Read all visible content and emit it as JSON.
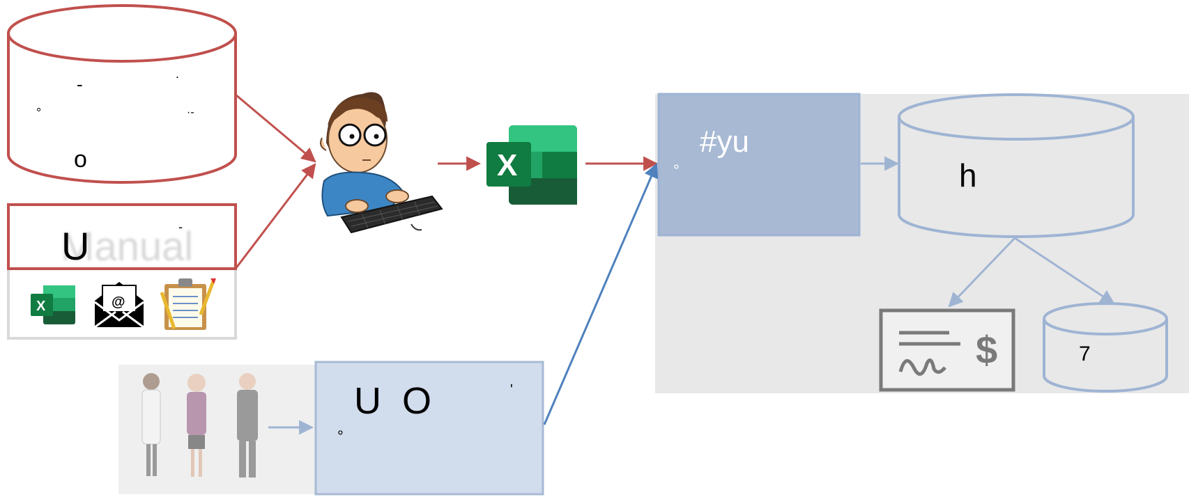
{
  "colors": {
    "red": "#c0504d",
    "blue_line": "#4f81bd",
    "light_blue": "#9fb4d3",
    "box_blue": "#a7b9d3",
    "panel_gray": "#e8e8e8",
    "excel_green": "#21a366"
  },
  "nodes": {
    "top_db": {
      "labels": [
        "-",
        ".",
        "°",
        "·-",
        "o"
      ]
    },
    "manual_box": {
      "label": "U",
      "ghost_label": "Manual",
      "tick": "-"
    },
    "manual_icons": [
      "excel-icon",
      "email-icon",
      "clipboard-icon"
    ],
    "programmer": {
      "icon": "programmer-icon"
    },
    "excel_big": {
      "letter": "X"
    },
    "excel_small": {
      "letter": "X"
    },
    "staging_box": {
      "label": "#yu",
      "sub": "°"
    },
    "warehouse_db": {
      "label": "h"
    },
    "check_icon": {
      "dollar": "$"
    },
    "small_db": {
      "label": "7"
    },
    "people_box": {
      "label": "U  O",
      "sub": "°",
      "tick": "'"
    }
  }
}
